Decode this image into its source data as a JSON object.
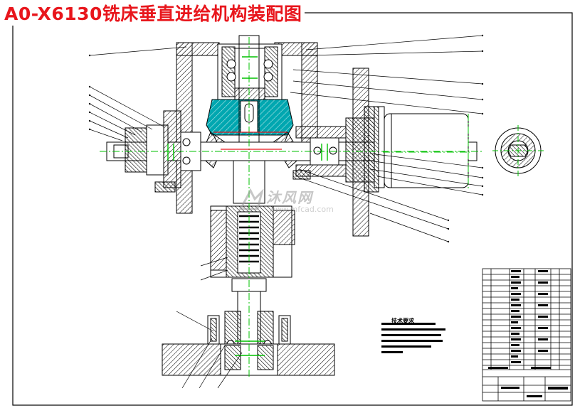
{
  "drawing": {
    "title": "A0-X6130铣床垂直进给机构装配图",
    "technical_requirements_heading": "技术要求"
  },
  "watermark": {
    "brand": "沐风网",
    "url": "www.mfcad.com"
  },
  "colors": {
    "title": "#e8161c",
    "section_fill": "#00a7b0",
    "centerline": "#00c000",
    "hatch": "#000000",
    "watermark": "#9a9a9a"
  }
}
